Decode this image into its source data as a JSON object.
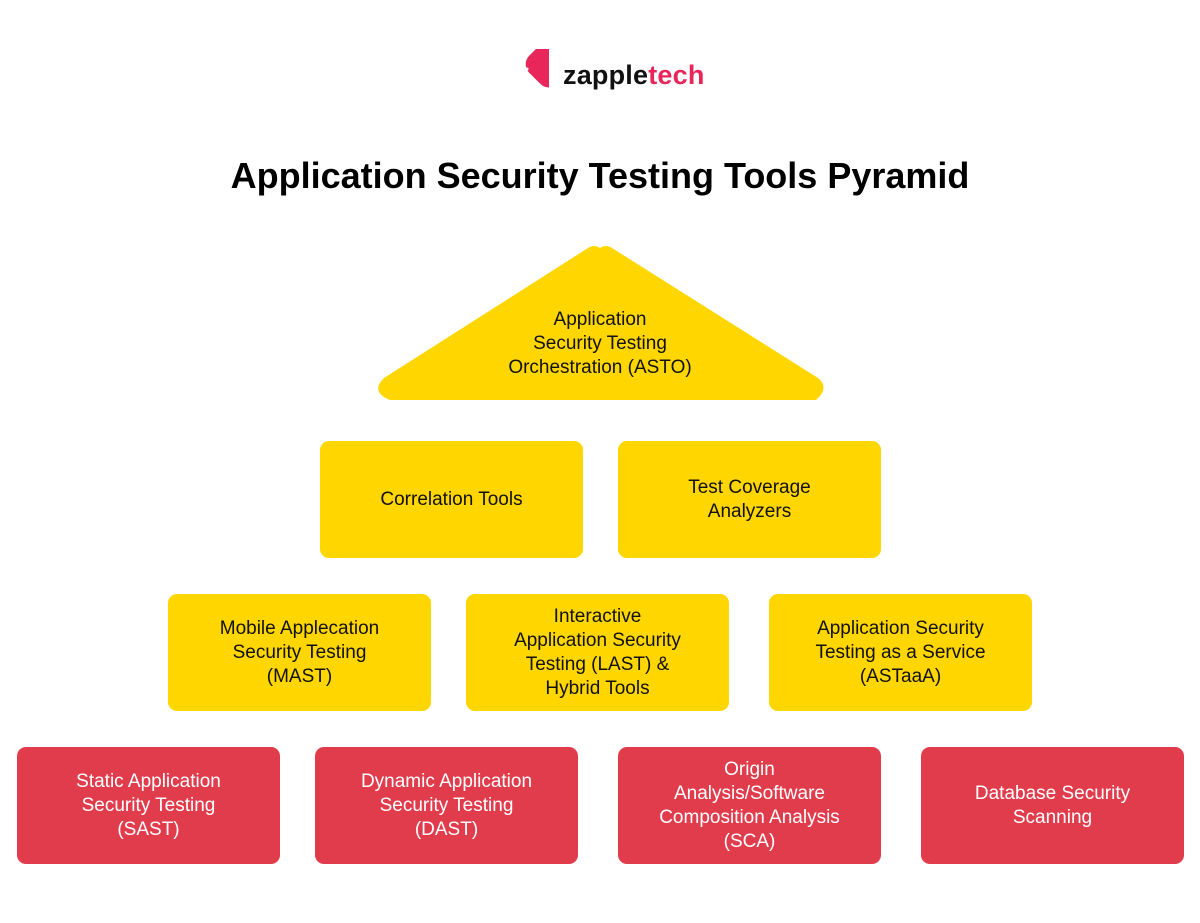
{
  "logo": {
    "text_dark": "zapple",
    "text_accent": "tech",
    "brand_color": "#e8265a"
  },
  "title": "Application Security Testing Tools Pyramid",
  "colors": {
    "tier_top": "#ffd600",
    "tier_bottom": "#e03c4c"
  },
  "pyramid": {
    "apex": "Application\nSecurity Testing\nOrchestration (ASTO)",
    "row2": [
      "Correlation Tools",
      "Test Coverage\nAnalyzers"
    ],
    "row3": [
      "Mobile Applecation\nSecurity Testing\n(MAST)",
      "Interactive\nApplication Security\nTesting (LAST) &\nHybrid Tools",
      "Application Security\nTesting as a Service\n(ASTaaA)"
    ],
    "row4": [
      "Static Application\nSecurity Testing\n(SAST)",
      "Dynamic Application\nSecurity Testing\n(DAST)",
      "Origin\nAnalysis/Software\nComposition Analysis\n(SCA)",
      "Database Security\nScanning"
    ]
  }
}
